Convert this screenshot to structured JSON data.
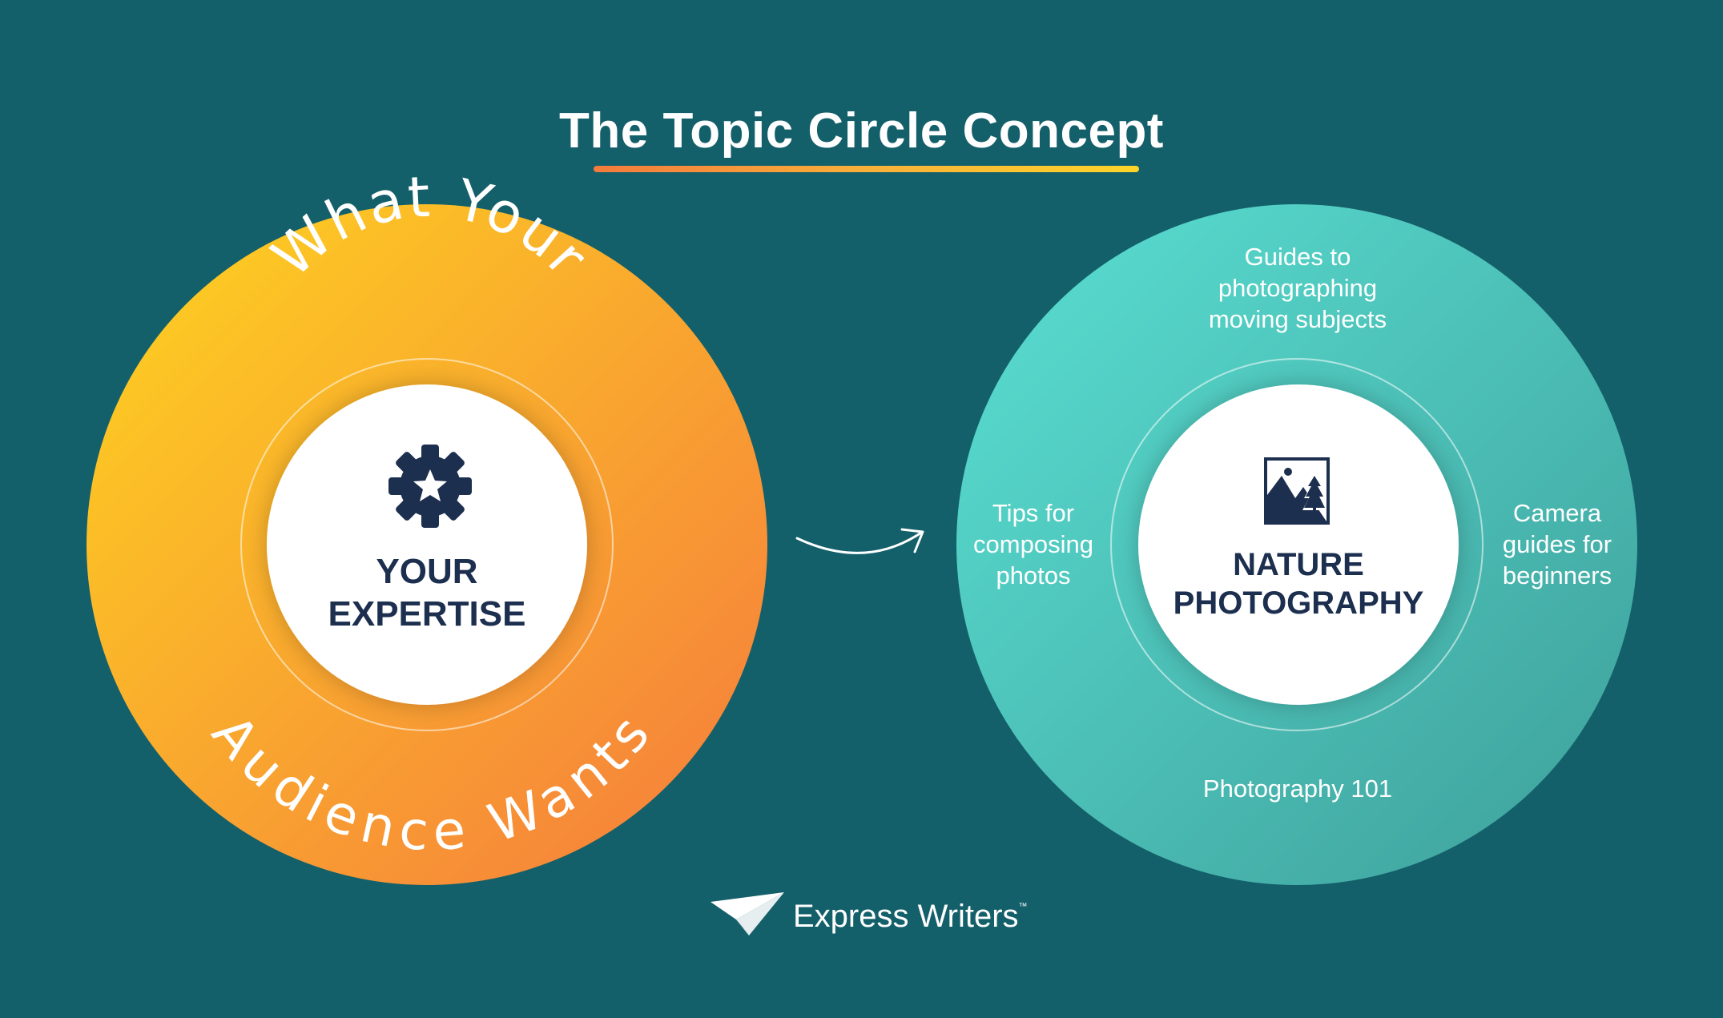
{
  "title": "The Topic Circle Concept",
  "left_circle": {
    "arc_top": "What Your",
    "arc_bottom": "Audience Wants",
    "center_line1": "YOUR",
    "center_line2": "EXPERTISE",
    "icon": "gear-star-icon"
  },
  "right_circle": {
    "center_line1": "NATURE",
    "center_line2": "PHOTOGRAPHY",
    "icon": "landscape-photo-icon",
    "topics": {
      "top": [
        "Guides to",
        "photographing",
        "moving subjects"
      ],
      "left": [
        "Tips for",
        "composing",
        "photos"
      ],
      "right": [
        "Camera",
        "guides for",
        "beginners"
      ],
      "bottom": [
        "Photography 101"
      ]
    }
  },
  "brand": {
    "name": "Express Writers",
    "trademark": "™",
    "icon": "paper-plane-icon"
  },
  "colors": {
    "background": "#135f6a",
    "navy": "#1d2f4f",
    "orange_start": "#fed41f",
    "orange_end": "#f57a3d",
    "teal_start": "#58ddd0",
    "teal_end": "#3fa59f"
  }
}
